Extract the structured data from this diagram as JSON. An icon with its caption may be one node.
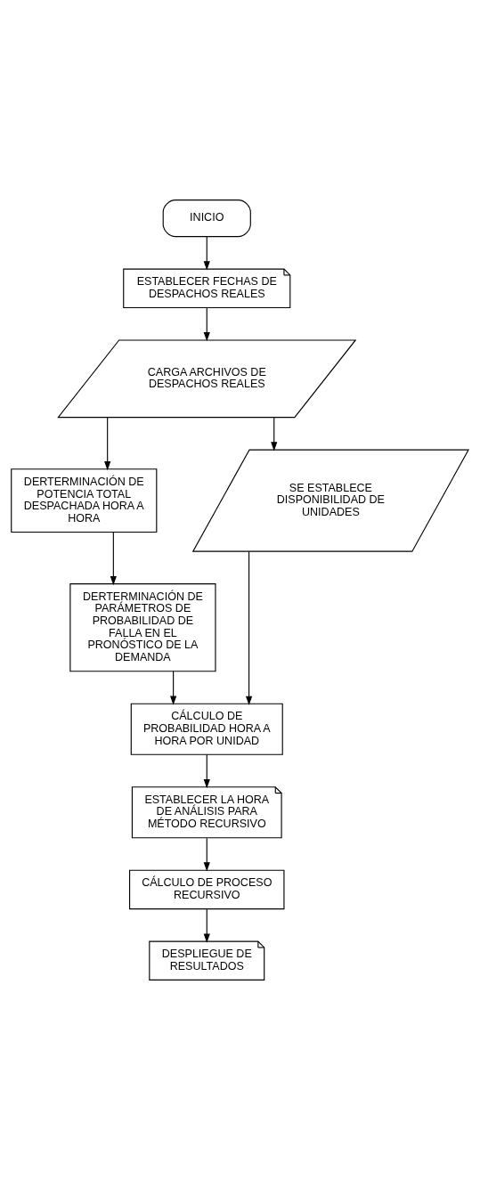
{
  "diagram": {
    "nodes": [
      {
        "text": [
          "INICIO"
        ]
      },
      {
        "text": [
          "ESTABLECER FECHAS DE DESPACHOS REALES"
        ]
      },
      {
        "text": [
          "CARGA ARCHIVOS DE DESPACHOS REALES"
        ]
      },
      {
        "text": [
          "DERTERMINACIÓN DE POTENCIA TOTAL DESPACHADA HORA A HORA"
        ]
      },
      {
        "text": [
          "SE ESTABLECE DISPONIBILIDAD DE UNIDADES"
        ]
      },
      {
        "text": [
          "DERTERMINACIÓN DE PARÁMETROS DE PROBABILIDAD DE FALLA EN EL PRONÓSTICO DE LA DEMANDA"
        ]
      },
      {
        "text": [
          "CÁLCULO DE PROBABILIDAD HORA A HORA POR UNIDAD"
        ]
      },
      {
        "text": [
          "ESTABLECER LA HORA DE ANÁLISIS PARA MÉTODO RECURSIVO"
        ]
      },
      {
        "text": [
          "CÁLCULO DE PROCESO RECURSIVO"
        ]
      },
      {
        "text": [
          "DESPLIEGUE DE RESULTADOS"
        ]
      }
    ],
    "edges": [
      {
        "from": 0,
        "to": 1,
        "arrow": "to"
      },
      {
        "from": 1,
        "to": 2,
        "arrow": "to"
      },
      {
        "from": 2,
        "to": 3,
        "arrow": "to"
      },
      {
        "from": 2,
        "to": 4,
        "arrow": "to"
      },
      {
        "from": 3,
        "to": 5,
        "arrow": "to"
      },
      {
        "from": 4,
        "to": 6,
        "arrow": "to"
      },
      {
        "from": 5,
        "to": 6,
        "arrow": "to"
      },
      {
        "from": 6,
        "to": 7,
        "arrow": "to"
      },
      {
        "from": 7,
        "to": 8,
        "arrow": "to"
      },
      {
        "from": 8,
        "to": 9,
        "arrow": "to"
      }
    ]
  }
}
